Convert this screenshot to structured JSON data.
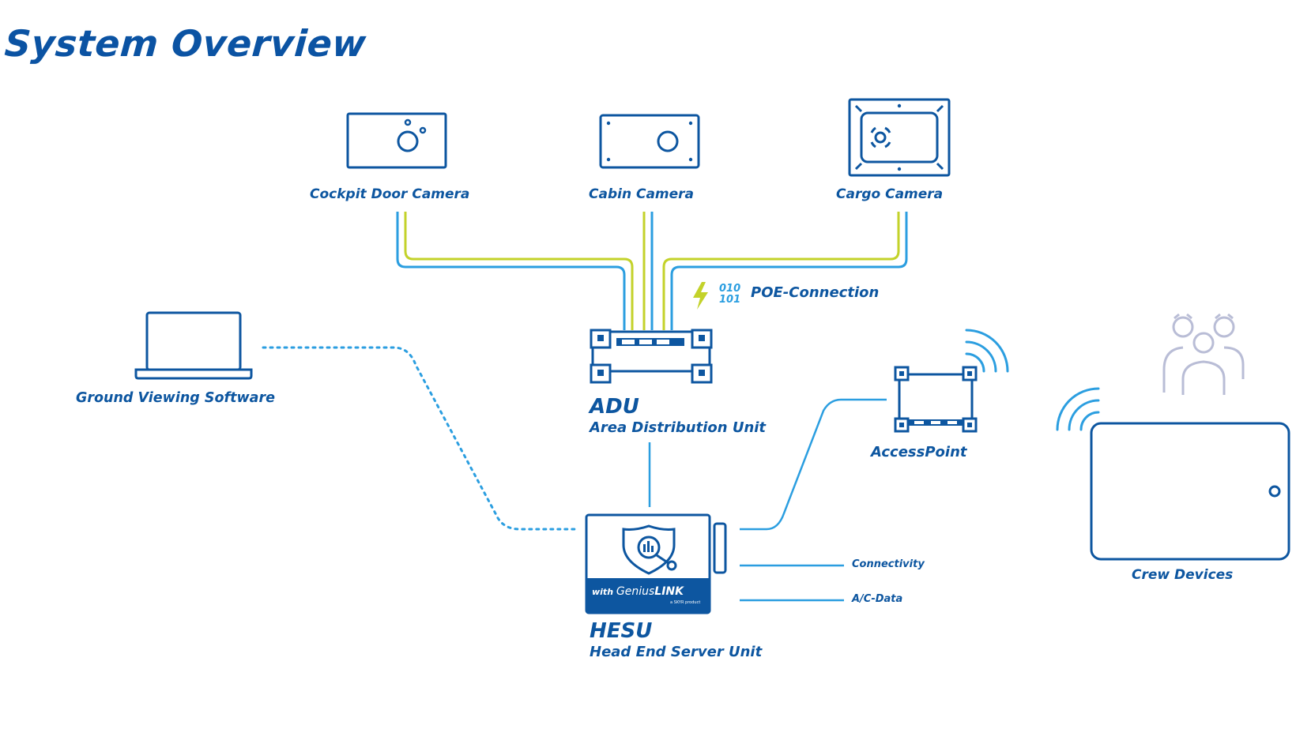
{
  "title": "System Overview",
  "colors": {
    "primary_blue": "#0d56a0",
    "line_blue": "#2b9ee0",
    "line_yellow": "#c3d22a",
    "crew_gray": "#b9bdd6",
    "white": "#ffffff"
  },
  "nodes": {
    "cockpit_camera": {
      "label": "Cockpit Door Camera",
      "icon": "camera-icon"
    },
    "cabin_camera": {
      "label": "Cabin Camera",
      "icon": "camera-icon"
    },
    "cargo_camera": {
      "label": "Cargo Camera",
      "icon": "camera-icon"
    },
    "adu": {
      "title": "ADU",
      "subtitle": "Area Distribution Unit",
      "icon": "switch-icon"
    },
    "hesu": {
      "title": "HESU",
      "subtitle": "Head End Server Unit",
      "badge_prefix": "with",
      "badge_brand_light": "Genius",
      "badge_brand_bold": "LINK",
      "badge_tagline": "a SKYR product",
      "icon": "shield-analytics-icon"
    },
    "ground": {
      "label": "Ground Viewing Software",
      "icon": "laptop-icon"
    },
    "access_point": {
      "label": "AccessPoint",
      "icon": "router-icon"
    },
    "crew": {
      "label": "Crew Devices",
      "icon": "tablet-icon"
    }
  },
  "legend": {
    "poe_binary_top": "010",
    "poe_binary_bottom": "101",
    "poe_label": "POE-Connection",
    "poe_icon": "lightning-icon"
  },
  "outputs": {
    "connectivity": "Connectivity",
    "ac_data": "A/C-Data"
  }
}
